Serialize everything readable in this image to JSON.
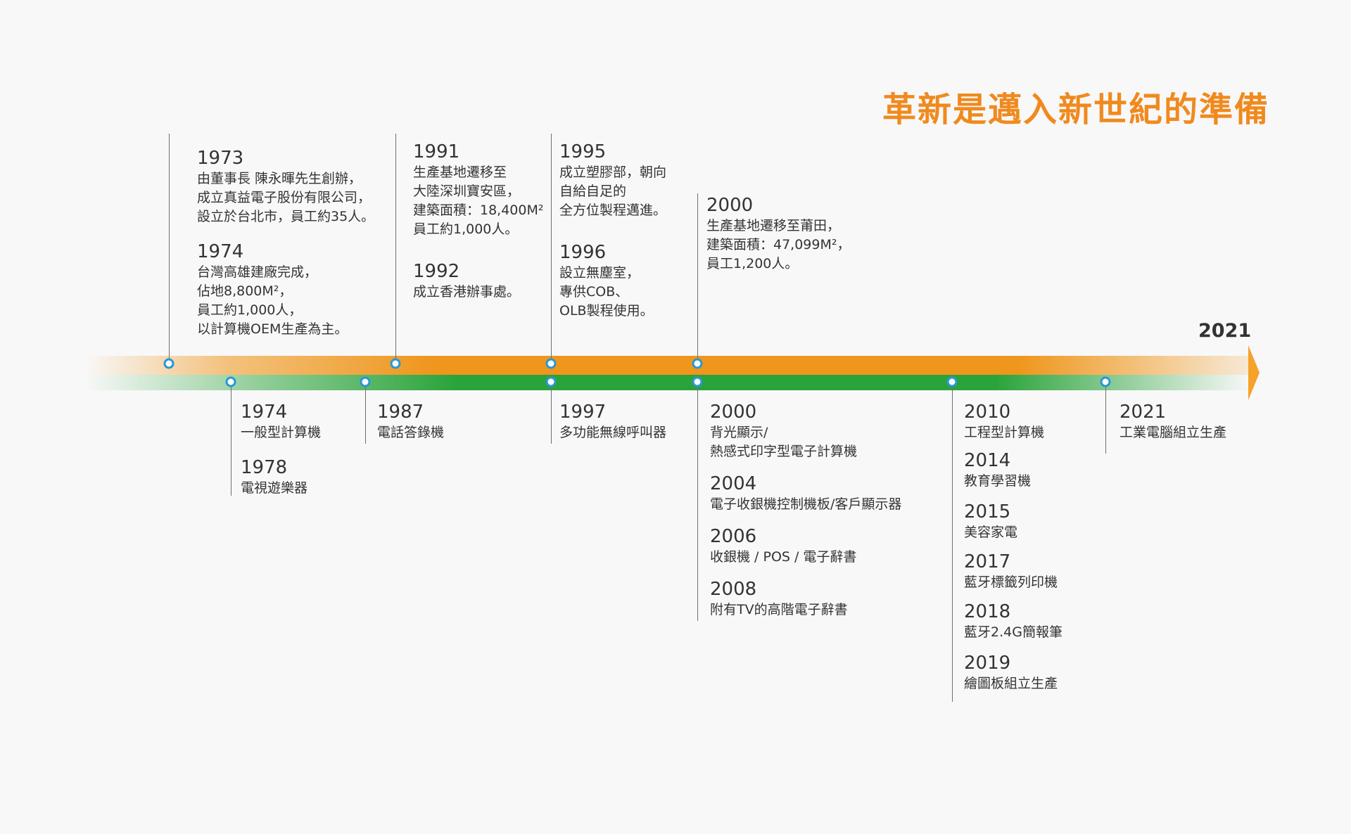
{
  "title": "革新是邁入新世紀的準備",
  "end_year": "2021",
  "colors": {
    "accent": "#f08a1e",
    "orange_band": "#ef961c",
    "green_band": "#2aa33a",
    "node_ring": "#2a97d4"
  },
  "upper_groups": [
    {
      "entries": [
        {
          "year": "1973",
          "lines": [
            "由董事長 陳永暉先生創辦，",
            "成立真益電子股份有限公司，",
            "設立於台北市，員工約35人。"
          ]
        },
        {
          "year": "1974",
          "lines": [
            "台灣高雄建廠完成，",
            "佔地8,800M²，",
            "員工約1,000人，",
            "以計算機OEM生產為主。"
          ]
        }
      ]
    },
    {
      "entries": [
        {
          "year": "1991",
          "lines": [
            "生產基地遷移至",
            "大陸深圳寶安區，",
            "建築面積：18,400M²",
            "員工約1,000人。"
          ]
        },
        {
          "year": "1992",
          "lines": [
            "成立香港辦事處。"
          ]
        }
      ]
    },
    {
      "entries": [
        {
          "year": "1995",
          "lines": [
            "成立塑膠部，朝向",
            "自給自足的",
            "全方位製程邁進。"
          ]
        },
        {
          "year": "1996",
          "lines": [
            "設立無塵室，",
            "專供COB、",
            "OLB製程使用。"
          ]
        }
      ]
    },
    {
      "entries": [
        {
          "year": "2000",
          "lines": [
            "生產基地遷移至莆田，",
            "建築面積：47,099M²，",
            "員工1,200人。"
          ]
        }
      ]
    }
  ],
  "lower_groups": [
    {
      "entries": [
        {
          "year": "1974",
          "lines": [
            "一般型計算機"
          ]
        },
        {
          "year": "1978",
          "lines": [
            "電視遊樂器"
          ]
        }
      ]
    },
    {
      "entries": [
        {
          "year": "1987",
          "lines": [
            "電話答錄機"
          ]
        }
      ]
    },
    {
      "entries": [
        {
          "year": "1997",
          "lines": [
            "多功能無線呼叫器"
          ]
        }
      ]
    },
    {
      "entries": [
        {
          "year": "2000",
          "lines": [
            "背光顯示/",
            "熱感式印字型電子計算機"
          ]
        },
        {
          "year": "2004",
          "lines": [
            "電子收銀機控制機板/客戶顯示器"
          ]
        },
        {
          "year": "2006",
          "lines": [
            "收銀機 / POS / 電子辭書"
          ]
        },
        {
          "year": "2008",
          "lines": [
            "附有TV的高階電子辭書"
          ]
        }
      ]
    },
    {
      "entries": [
        {
          "year": "2010",
          "lines": [
            "工程型計算機"
          ]
        },
        {
          "year": "2014",
          "lines": [
            "教育學習機"
          ]
        },
        {
          "year": "2015",
          "lines": [
            "美容家電"
          ]
        },
        {
          "year": "2017",
          "lines": [
            "藍牙標籤列印機"
          ]
        },
        {
          "year": "2018",
          "lines": [
            "藍牙2.4G簡報筆"
          ]
        },
        {
          "year": "2019",
          "lines": [
            "繪圖板組立生產"
          ]
        }
      ]
    },
    {
      "entries": [
        {
          "year": "2021",
          "lines": [
            "工業電腦組立生產"
          ]
        }
      ]
    }
  ]
}
